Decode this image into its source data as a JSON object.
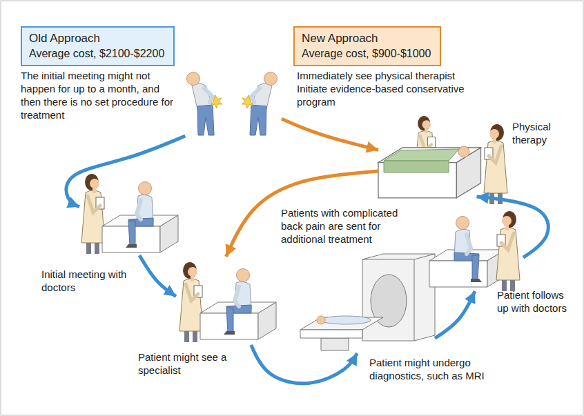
{
  "diagram": {
    "nodes": [
      {
        "text": [
          "Old Approach",
          "Average cost, $2100-$2200"
        ]
      },
      {
        "text": [
          "New Approach",
          "Average cost, $900-$1000"
        ]
      },
      {
        "text": [
          "The initial meeting might not happen for up to a month, and then there is no set procedure for treatment"
        ]
      },
      {
        "text": [
          "Immediately see physical therapist",
          "Initiate evidence-based conservative program"
        ]
      },
      {
        "text": [
          "Initial meeting with doctors"
        ]
      },
      {
        "text": [
          "Patient might see a specialist"
        ]
      },
      {
        "text": [
          "Patient might undergo diagnostics, such as MRI"
        ]
      },
      {
        "text": [
          "Patient follows up with doctors"
        ]
      },
      {
        "text": [
          "Physical therapy"
        ]
      }
    ],
    "edges": [
      {
        "from": 2,
        "to": 4,
        "arrow": "to"
      },
      {
        "from": 4,
        "to": 5,
        "arrow": "to"
      },
      {
        "from": 5,
        "to": 6,
        "arrow": "to"
      },
      {
        "from": 6,
        "to": 7,
        "arrow": "to"
      },
      {
        "from": 7,
        "to": 8,
        "arrow": "to"
      },
      {
        "from": 3,
        "to": 8,
        "arrow": "to"
      },
      {
        "from": 8,
        "to": 5,
        "label": "Patients with complicated back pain are sent for additional treatment",
        "arrow": "to"
      }
    ]
  }
}
